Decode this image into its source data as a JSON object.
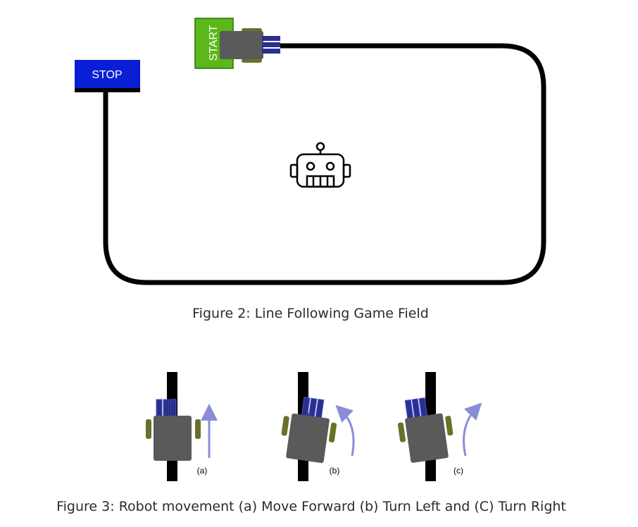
{
  "figure2": {
    "caption": "Figure 2: Line Following Game Field",
    "start_label": "START",
    "stop_label": "STOP",
    "center_icon": "robot-head-icon"
  },
  "figure3": {
    "caption": "Figure 3: Robot movement (a) Move Forward (b) Turn Left and (C) Turn Right",
    "panels": [
      {
        "label": "(a)",
        "movement": "forward"
      },
      {
        "label": "(b)",
        "movement": "turn-left"
      },
      {
        "label": "(c)",
        "movement": "turn-right"
      }
    ]
  },
  "colors": {
    "track": "#000000",
    "start_box": "#5bb81a",
    "stop_box": "#0a1ed6",
    "robot_body": "#5a5a5a",
    "wheel": "#6b7028",
    "sensor": "#2a2f8f",
    "arrow": "#8a8cd8"
  }
}
